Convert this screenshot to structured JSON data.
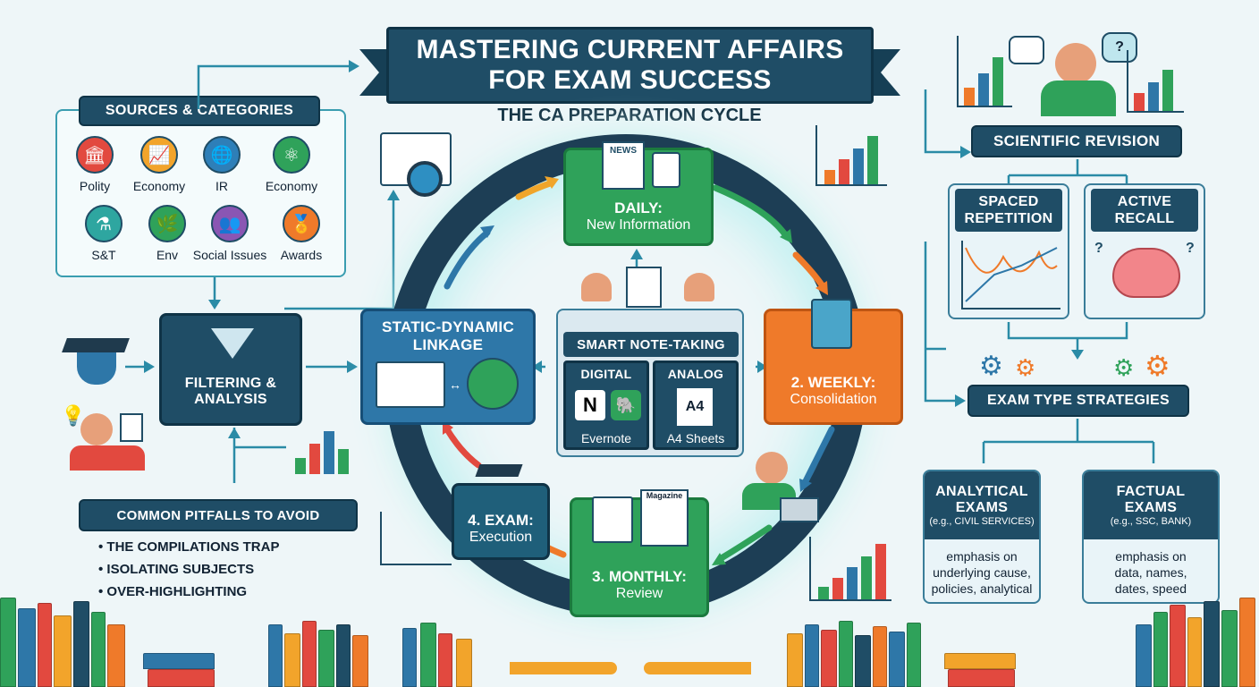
{
  "title": {
    "line1": "MASTERING CURRENT AFFAIRS",
    "line2": "FOR EXAM SUCCESS"
  },
  "subtitle": "THE CA PREPARATION CYCLE",
  "sources": {
    "header": "SOURCES & CATEGORIES",
    "categories": [
      {
        "label": "Polity",
        "icon": "pillar-icon",
        "color": "#e2493f"
      },
      {
        "label": "Economy",
        "icon": "chart-icon",
        "color": "#f2a42b"
      },
      {
        "label": "IR",
        "icon": "globe-icon",
        "color": "#2e7fb8"
      },
      {
        "label": "Economy",
        "icon": "atom-icon",
        "color": "#2fa25a"
      },
      {
        "label": "S&T",
        "icon": "flask-icon",
        "color": "#2ea6a0"
      },
      {
        "label": "Env",
        "icon": "leaf-icon",
        "color": "#2fa25a"
      },
      {
        "label": "Social Issues",
        "icon": "people-icon",
        "color": "#8a56b3"
      },
      {
        "label": "Awards",
        "icon": "medal-icon",
        "color": "#ef7a2a"
      }
    ]
  },
  "filtering": {
    "line1": "FILTERING &",
    "line2": "ANALYSIS"
  },
  "linkage": {
    "line1": "STATIC-DYNAMIC",
    "line2": "LINKAGE"
  },
  "notes": {
    "title": "SMART NOTE-TAKING",
    "digital": "DIGITAL",
    "analog": "ANALOG",
    "digital_tool": "Evernote",
    "analog_tool": "A4 Sheets",
    "a4": "A4"
  },
  "cycle": {
    "daily": {
      "title": "DAILY:",
      "sub": "New Information",
      "badge": "NEWS"
    },
    "weekly": {
      "title": "2. WEEKLY:",
      "sub": "Consolidation"
    },
    "monthly": {
      "title": "3. MONTHLY:",
      "sub": "Review",
      "badge": "Magazine"
    },
    "exam": {
      "title": "4. EXAM:",
      "sub": "Execution"
    }
  },
  "pitfalls": {
    "header": "COMMON PITFALLS TO AVOID",
    "items": [
      "THE COMPILATIONS TRAP",
      "ISOLATING SUBJECTS",
      "OVER-HIGHLIGHTING"
    ]
  },
  "revision": {
    "header": "SCIENTIFIC REVISION",
    "spaced": {
      "line1": "SPACED",
      "line2": "REPETITION"
    },
    "recall": {
      "line1": "ACTIVE",
      "line2": "RECALL"
    }
  },
  "strategies": {
    "header": "EXAM TYPE STRATEGIES",
    "analytical": {
      "line1": "ANALYTICAL",
      "line2": "EXAMS",
      "note": "(e.g., CIVIL SERVICES)",
      "desc": [
        "emphasis on",
        "underlying cause,",
        "policies, analytical"
      ]
    },
    "factual": {
      "line1": "FACTUAL",
      "line2": "EXAMS",
      "note": "(e.g., SSC, BANK)",
      "desc": [
        "emphasis on",
        "data, names,",
        "dates, speed"
      ]
    }
  },
  "colors": {
    "dark": "#1f4d66",
    "green": "#2fa25a",
    "orange": "#ef7a2a",
    "blue": "#2e77a8"
  }
}
